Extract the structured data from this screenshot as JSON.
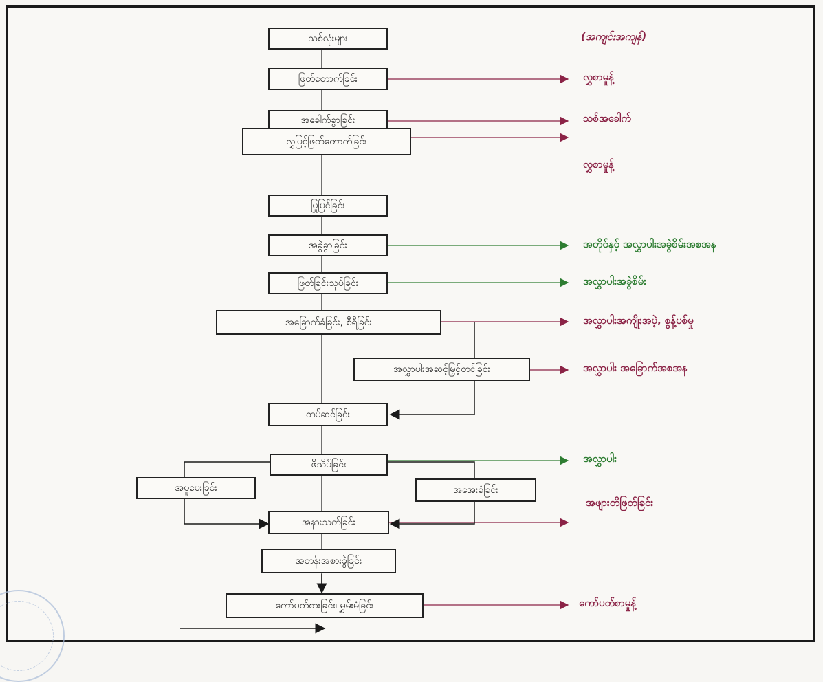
{
  "legend": "(အကျင်းအကျန်)",
  "steps": {
    "s1": "သစ်လုံးများ",
    "s2": "ဖြတ်တောက်ခြင်း",
    "s3": "အခေါက်ခွာခြင်း",
    "s4": "လွှပြင့်ဖြတ်တောက်ခြင်း",
    "s5": "ပြုပြင်ခြင်း",
    "s6": "အခွဲခွာခြင်း",
    "s7": "ဖြတ်ခြင်းသုပ်ခြင်း",
    "s8": "အခြောက်ခံခြင်း, စီရီခြင်း",
    "s9": "အလွှာပါးအဆင့်မြှင့်တင်ခြင်း",
    "s10": "တပ်ဆင်ခြင်း",
    "s11": "ဖိသိပ်ခြင်း",
    "s12": "အပူပေးခြင်း",
    "s13": "အအေးခံခြင်း",
    "s14": "အနားသတ်ခြင်း",
    "s15": "အတန်းအစားခွဲခြင်း",
    "s16": "ကော်ပတ်စားခြင်း၊ မွှမ်းမံခြင်း"
  },
  "outputs": {
    "o1": "လွှစာမှုန့်",
    "o2": "သစ်အခေါက်",
    "o3": "လွှစာမှုန့်",
    "o4": "အတိုင်နှင့် အလွှာပါးအခွဲစိမ်းအစအန",
    "o5": "အလွှာပါးအခွဲစိမ်း",
    "o6": "အလွှာပါးအကျိုးအပဲ့, စွန့်ပစ်မှု",
    "o7": "အလွှာပါး အခြောက်အစအန",
    "o8": "အလွှာပါး",
    "o9": "အဖျားတိဖြတ်ခြင်း",
    "o10": "ကော်ပတ်စာမှုန့်"
  },
  "colors": {
    "red": "#8b2346",
    "green": "#2e7d32",
    "black": "#1a1a1a"
  }
}
